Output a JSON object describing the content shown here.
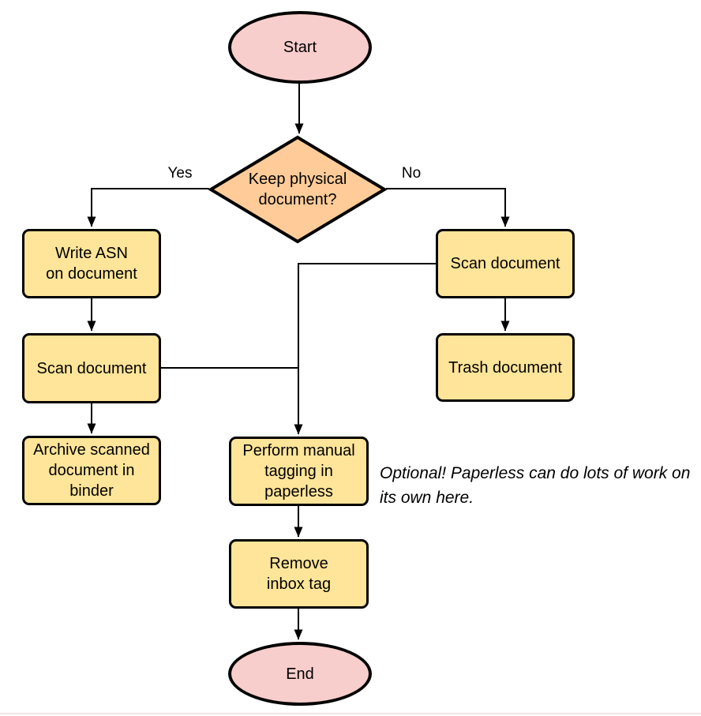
{
  "colors": {
    "terminal_fill": "#F8CECC",
    "process_fill": "#FFE599",
    "decision_fill": "#FFCC99",
    "stroke": "#000000",
    "text": "#000000"
  },
  "nodes": {
    "start": "Start",
    "decision": "Keep physical\ndocument?",
    "write_asn": "Write ASN\non document",
    "scan_left": "Scan document",
    "archive": "Archive scanned\ndocument in\nbinder",
    "scan_right": "Scan document",
    "trash": "Trash document",
    "tagging": "Perform manual\ntagging in\npaperless",
    "remove_inbox": "Remove\ninbox tag",
    "end": "End"
  },
  "edge_labels": {
    "yes": "Yes",
    "no": "No"
  },
  "annotation": "Optional! Paperless can do lots of work on\nits own here."
}
